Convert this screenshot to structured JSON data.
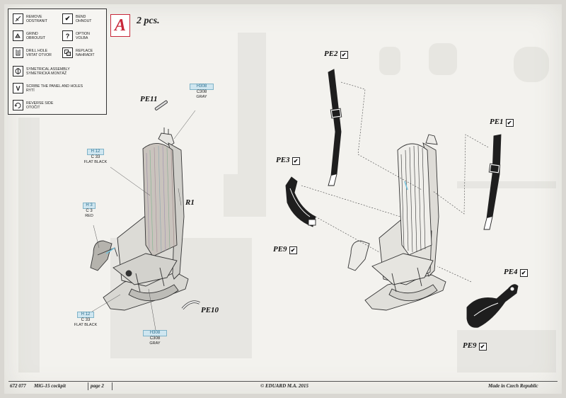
{
  "legend": [
    {
      "symbol": "",
      "line1": "REMOVE",
      "line2": "ODSTRANIT",
      "icon": "remove-icon"
    },
    {
      "symbol": "✔",
      "line1": "BEND",
      "line2": "OHNOUT",
      "icon": "bend-icon"
    },
    {
      "symbol": "",
      "line1": "GRIND",
      "line2": "OBROUSIT",
      "icon": "grind-icon"
    },
    {
      "symbol": "?",
      "line1": "OPTION",
      "line2": "VOLBA",
      "icon": "option-icon"
    },
    {
      "symbol": "",
      "line1": "DRILL HOLE",
      "line2": "VRTAT OTVOR",
      "icon": "drill-hole-icon"
    },
    {
      "symbol": "",
      "line1": "REPLACE",
      "line2": "NAHRADIT",
      "icon": "replace-icon"
    },
    {
      "symbol": "",
      "line1": "SYMETRICAL ASSEMBLY",
      "line2": "SYMETRICKÁ MONTÁŽ",
      "icon": "symmetrical-icon"
    },
    {
      "symbol": "V",
      "line1": "SCRIBE THE PANEL AND HOLES",
      "line2": "RYTÍ",
      "icon": "scribe-icon"
    },
    {
      "symbol": "",
      "line1": "REVERSE SIDE",
      "line2": "OTOČIT",
      "icon": "reverse-side-icon"
    }
  ],
  "step": {
    "letter": "A",
    "quantity": "2 pcs."
  },
  "parts": {
    "pe11": "PE11",
    "r1": "R1",
    "pe10": "PE10",
    "pe2": "PE2",
    "pe1": "PE1",
    "pe3": "PE3",
    "pe9a": "PE9",
    "pe4": "PE4",
    "pe9b": "PE9"
  },
  "check": "✔",
  "paints": {
    "gray_top": {
      "code1": "H308",
      "code2": "C308",
      "name": "GRAY"
    },
    "flat_black_top": {
      "code1": "H 12",
      "code2": "C 33",
      "name": "FLAT BLACK"
    },
    "red": {
      "code1": "H 3",
      "code2": "C 3",
      "name": "RED"
    },
    "flat_black_bottom": {
      "code1": "H 12",
      "code2": "C 33",
      "name": "FLAT BLACK"
    },
    "gray_bottom": {
      "code1": "H308",
      "code2": "C308",
      "name": "GRAY"
    }
  },
  "footer": {
    "kit": "672 077",
    "title": "MiG-15 cockpit",
    "page": "page 2",
    "copyright": "© EDUARD  M.A. 2015",
    "made_in": "Made in Czech Republic"
  }
}
